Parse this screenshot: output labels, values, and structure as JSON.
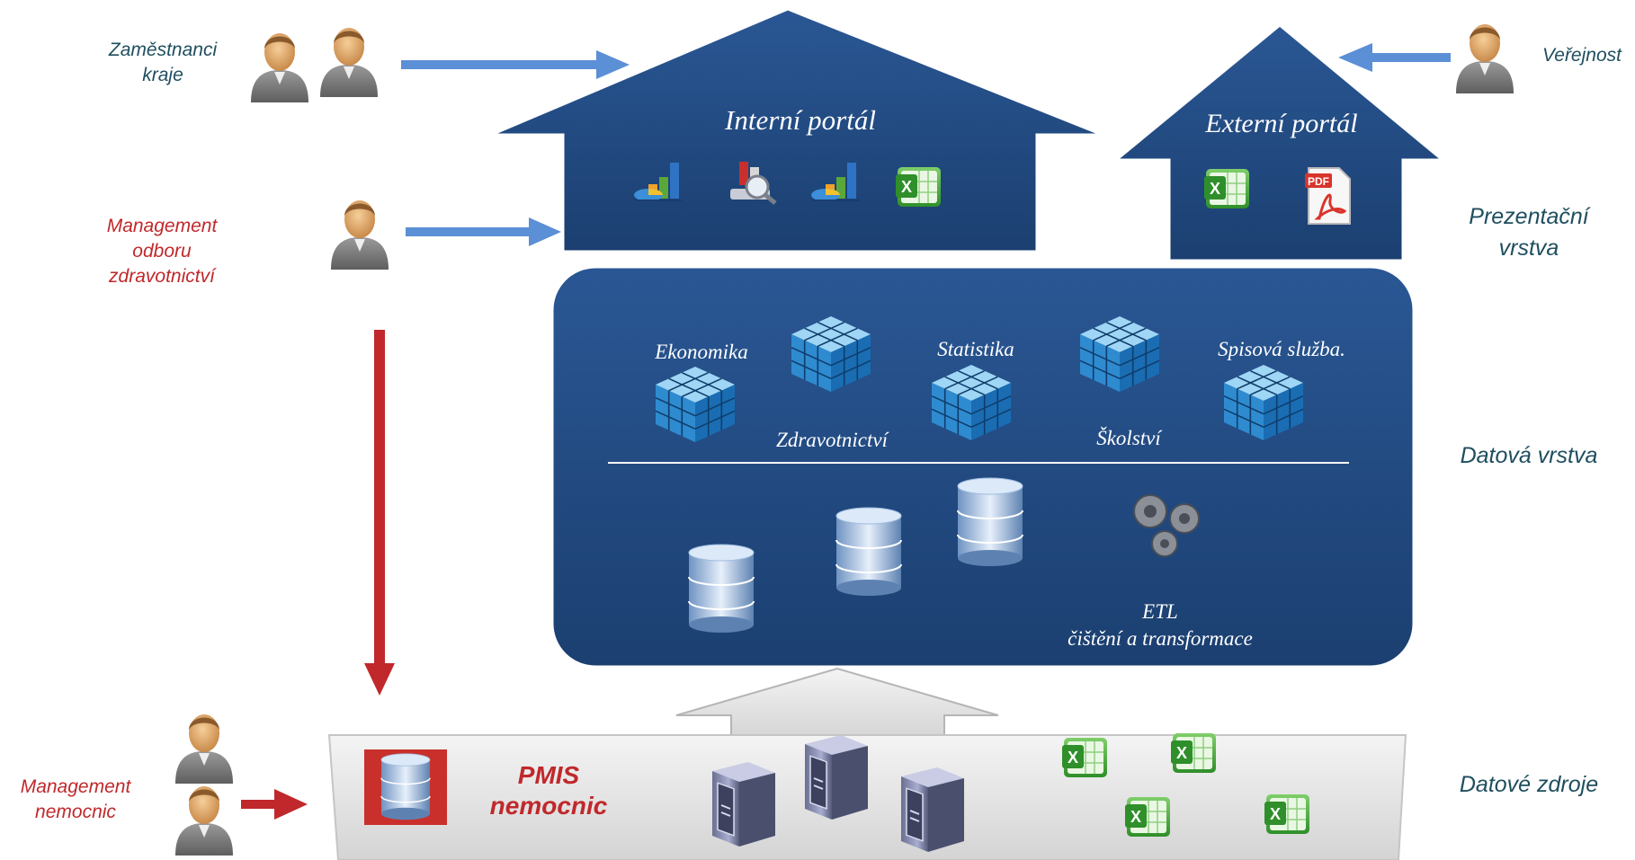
{
  "actors": {
    "employees": "Zaměstnanci kraje",
    "health_management": "Management odboru zdravotnictví",
    "hospital_management": "Management nemocnic",
    "public": "Veřejnost"
  },
  "portals": {
    "internal": "Interní portál",
    "external": "Externí portál"
  },
  "data_layer": {
    "cubes": [
      "Ekonomika",
      "Zdravotnictví",
      "Statistika",
      "Školství",
      "Spisová služba."
    ],
    "etl_title": "ETL",
    "etl_subtitle": "čištění a transformace"
  },
  "sources": {
    "pmis_line1": "PMIS",
    "pmis_line2": "nemocnic"
  },
  "layers": {
    "presentation": "Prezentační vrstva",
    "data": "Datová vrstva",
    "sources": "Datové zdroje"
  },
  "icons": {
    "person": "person-icon",
    "chart": "chart-icon",
    "excel": "excel-icon",
    "pdf": "pdf-icon",
    "cube": "olap-cube-icon",
    "database": "database-icon",
    "server": "server-icon",
    "gears": "gears-icon"
  },
  "colors": {
    "navy": "#21497f",
    "blue_arrow": "#5b8fd6",
    "red_arrow": "#c0282b",
    "label_teal": "#1f4e5f",
    "label_red": "#c0282b"
  }
}
